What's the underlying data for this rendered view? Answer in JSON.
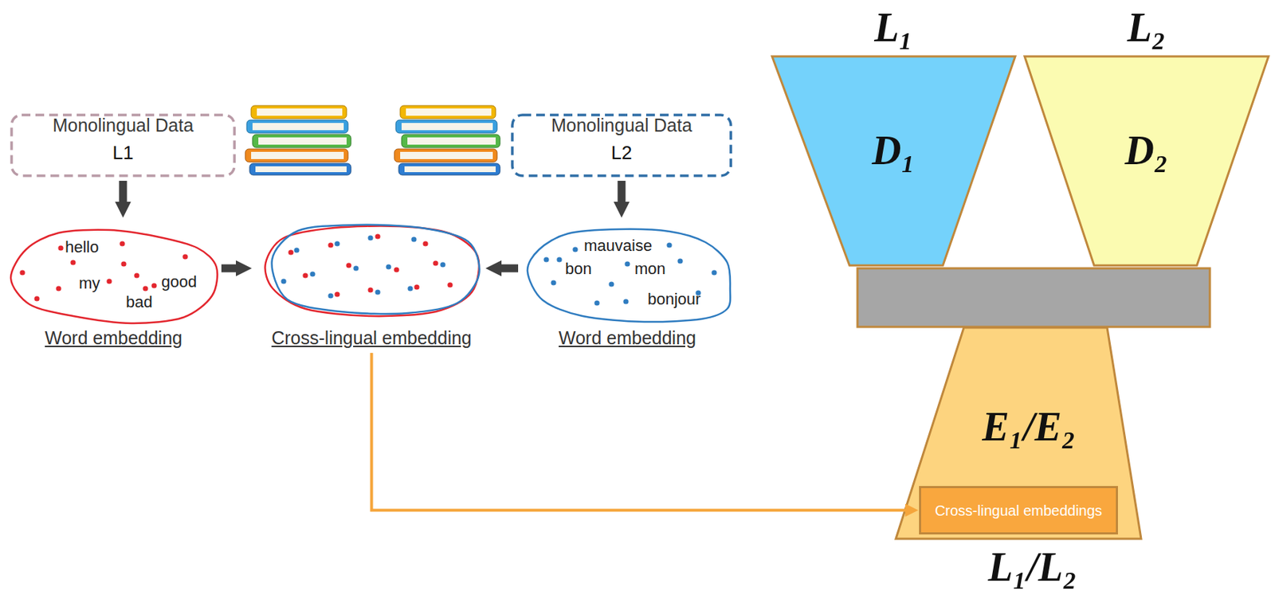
{
  "diagram": {
    "nodes": [
      {
        "text": [
          "Monolingual Data",
          "L1"
        ]
      },
      {
        "text": [
          "Monolingual Data",
          "L2"
        ]
      },
      {
        "text": [
          "hello",
          "my",
          "good",
          "bad",
          "Word embedding"
        ]
      },
      {
        "text": [
          "Cross-lingual embedding"
        ]
      },
      {
        "text": [
          "mauvaise",
          "bon",
          "mon",
          "bonjour",
          "Word embedding"
        ]
      },
      {
        "text": [
          "L₁",
          "D₁"
        ]
      },
      {
        "text": [
          "L₂",
          "D₂"
        ]
      },
      {
        "text": [
          "E₁/E₂",
          "L₁/L₂"
        ]
      },
      {
        "text": [
          "Cross-lingual embeddings"
        ],
        "in": 7
      }
    ],
    "edges": [
      {
        "from": 0,
        "to": 2,
        "arrow": "to"
      },
      {
        "from": 1,
        "to": 4,
        "arrow": "to"
      },
      {
        "from": 2,
        "to": 3,
        "arrow": "to"
      },
      {
        "from": 4,
        "to": 3,
        "arrow": "to"
      },
      {
        "from": 3,
        "to": 8,
        "arrow": "to"
      }
    ]
  }
}
